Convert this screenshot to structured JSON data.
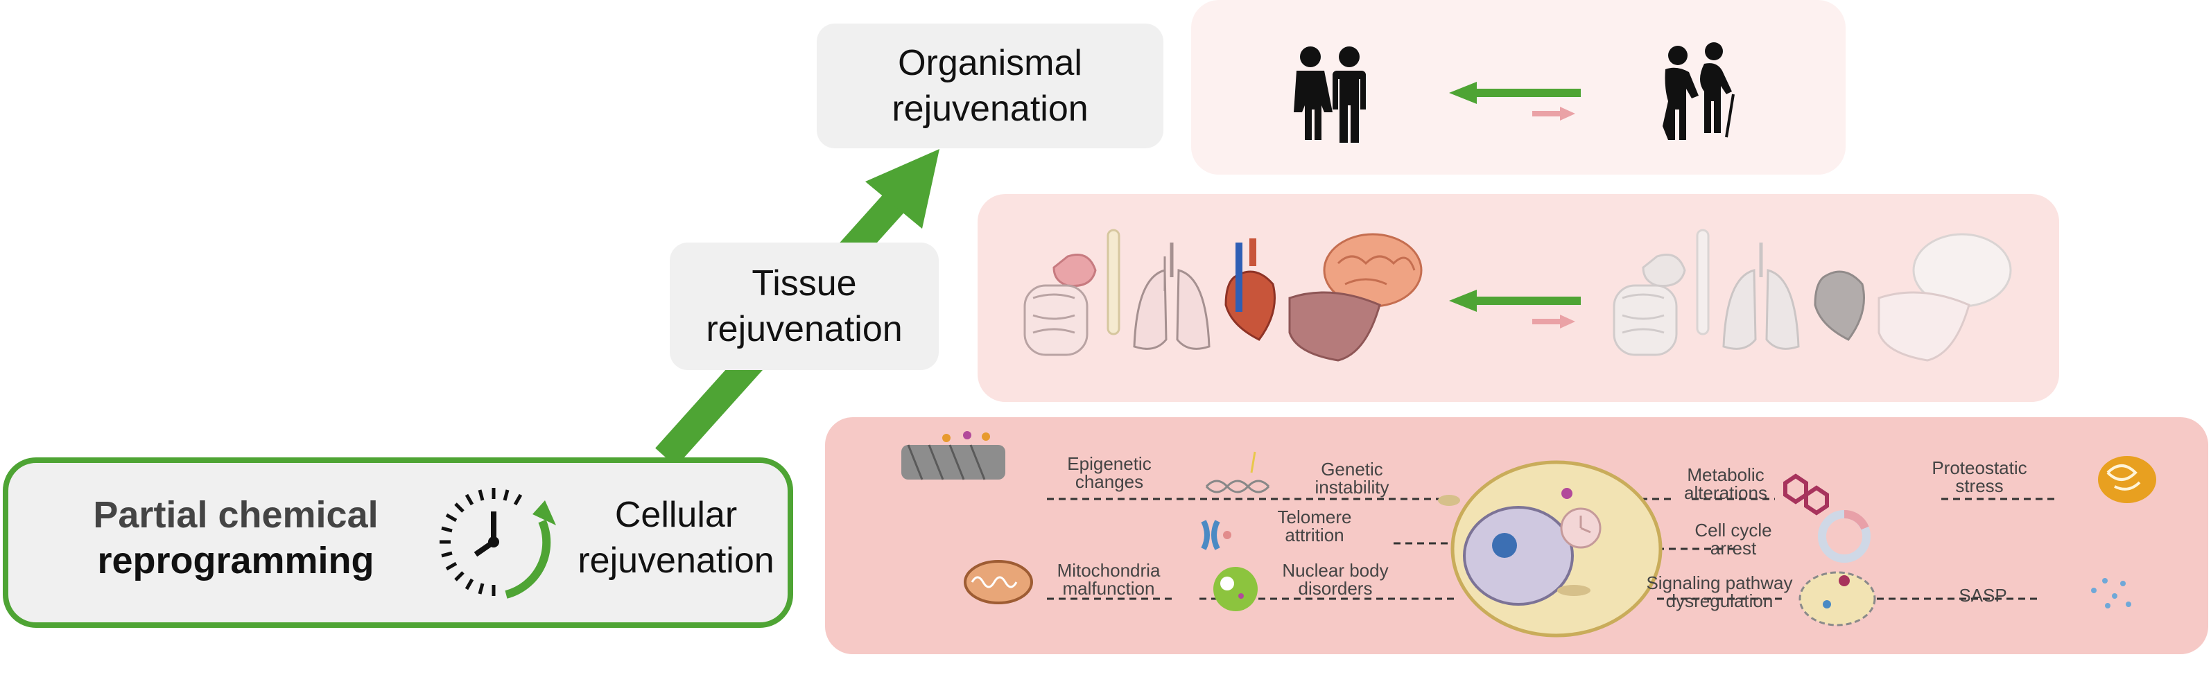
{
  "levels": {
    "organismal": {
      "line1": "Organismal",
      "line2": "rejuvenation"
    },
    "tissue": {
      "line1": "Tissue",
      "line2": "rejuvenation"
    },
    "cellular": {
      "line1": "Cellular",
      "line2": "rejuvenation"
    }
  },
  "main": {
    "line1": "Partial chemical",
    "line2": "reprogramming"
  },
  "cell_hallmarks": {
    "epigenetic": {
      "line1": "Epigenetic",
      "line2": "changes"
    },
    "genetic": {
      "line1": "Genetic",
      "line2": "instability"
    },
    "telomere": {
      "line1": "Telomere",
      "line2": "attrition"
    },
    "mitochondria": {
      "line1": "Mitochondria",
      "line2": "malfunction"
    },
    "nuclear": {
      "line1": "Nuclear body",
      "line2": "disorders"
    },
    "metabolic": {
      "line1": "Metabolic",
      "line2": "alterations"
    },
    "proteostatic": {
      "line1": "Proteostatic",
      "line2": "stress"
    },
    "cellcycle": {
      "line1": "Cell cycle",
      "line2": "arrest"
    },
    "signaling": {
      "line1": "Signaling pathway",
      "line2": "dysregulation"
    },
    "sasp": {
      "line1": "SASP"
    }
  },
  "colors": {
    "accent_green": "#4ea434",
    "label_box_bg": "#f0f0f0",
    "organismal_panel": "#fdf1f0",
    "tissue_panel": "#fbe3e1",
    "cellular_panel": "#f6c9c6",
    "reverse_arrow": "#eaa2a6"
  },
  "icons": [
    "young-couple-icon",
    "elderly-couple-icon",
    "young-organs-icon",
    "aged-organs-icon",
    "clock-icon",
    "cell-icon"
  ]
}
